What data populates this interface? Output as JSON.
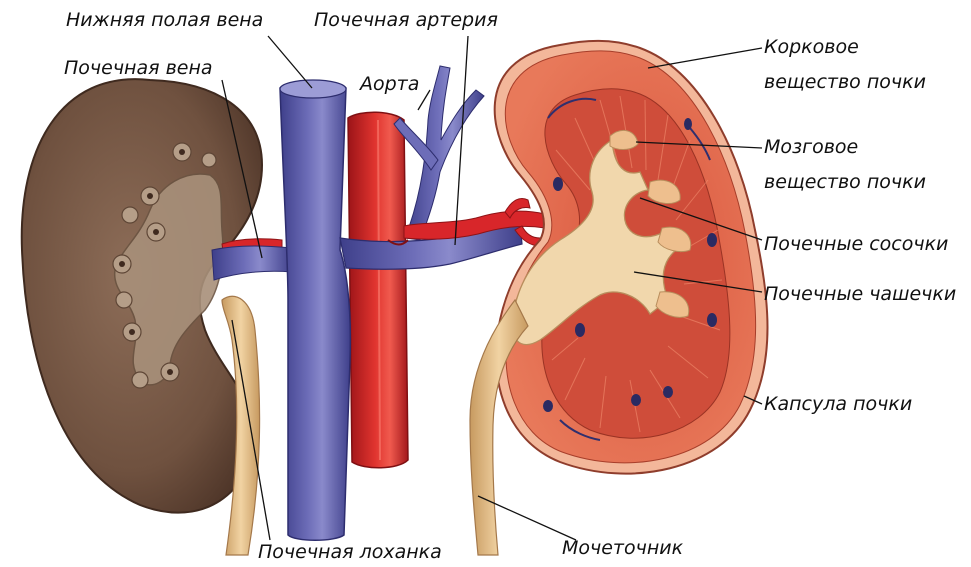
{
  "diagram": {
    "labels": {
      "vena_cava": "Нижняя полая вена",
      "renal_artery": "Почечная артерия",
      "renal_vein": "Почечная вена",
      "aorta": "Аорта",
      "cortex_line1": "Корковое",
      "cortex_line2": "вещество почки",
      "medulla_line1": "Мозговое",
      "medulla_line2": "вещество почки",
      "papillae": "Почечные сосочки",
      "calyces": "Почечные чашечки",
      "capsule": "Капсула почки",
      "pelvis": "Почечная лоханка",
      "ureter": "Мочеточник"
    },
    "colors": {
      "kidney_exterior": "#7a5c4a",
      "vein": "#5a5aa6",
      "artery": "#d8262a",
      "cortex": "#e0704e",
      "medulla": "#c84a38",
      "calyces": "#f1d7ac",
      "ureter": "#e8c592"
    }
  }
}
